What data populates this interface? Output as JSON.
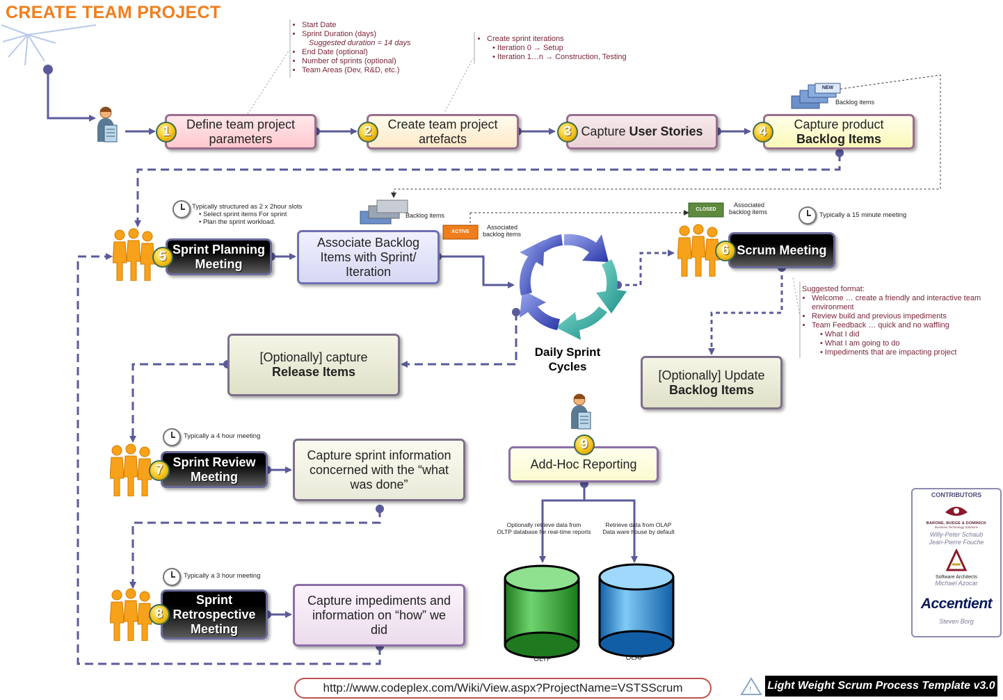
{
  "title": "CREATE TEAM PROJECT",
  "steps": {
    "s1": {
      "num": "1",
      "line1": "Define team project",
      "line2": "parameters"
    },
    "s2": {
      "num": "2",
      "line1": "Create team project",
      "line2": "artefacts"
    },
    "s3": {
      "num": "3",
      "pre": "Capture ",
      "bold": "User Stories"
    },
    "s4": {
      "num": "4",
      "line1": "Capture product",
      "bold": "Backlog Items"
    },
    "s5": {
      "num": "5",
      "line1": "Sprint Planning",
      "line2": "Meeting"
    },
    "assoc": {
      "line1": "Associate Backlog",
      "line2": "Items with Sprint/",
      "line3": "Iteration"
    },
    "s6": {
      "num": "6",
      "label": "Scrum Meeting"
    },
    "release": {
      "line1": "[Optionally] capture",
      "bold": "Release Items"
    },
    "update": {
      "line1": "[Optionally] Update",
      "bold": "Backlog Items"
    },
    "s7": {
      "num": "7",
      "line1": "Sprint Review",
      "line2": "Meeting"
    },
    "review_info": {
      "line1": "Capture sprint information",
      "line2": "concerned with the “what",
      "line3": "was done”"
    },
    "s8": {
      "num": "8",
      "line1": "Sprint",
      "line2": "Retrospective",
      "line3": "Meeting"
    },
    "retro_info": {
      "line1": "Capture impediments and",
      "line2": "information on “how” we",
      "line3": "did"
    },
    "s9": {
      "num": "9",
      "label": "Add-Hoc Reporting"
    }
  },
  "notes": {
    "params": [
      "Start Date",
      "Sprint Duration (days)",
      "Suggested duration = 14 days",
      "End Date (optional)",
      "Number of sprints (optional)",
      "Team Areas (Dev, R&D, etc.)"
    ],
    "iterations": [
      "Create sprint iterations",
      "Iteration 0 → Setup",
      "Iteration 1…n → Construction, Testing"
    ],
    "planning": [
      "Typically structured as 2 x 2hour slots",
      "Select sprint items For sprint",
      "Plan the sprint workload."
    ],
    "scrum_time": "Typically a 15 minute meeting",
    "format": [
      "Suggested format:",
      "Welcome … create a friendly and interactive team environment",
      "Review build and previous impediments",
      "Team Feedback … quick and no waffling",
      "What I did",
      "What I am going to do",
      "Impediments that are impacting project"
    ],
    "review_time": "Typically a 4 hour meeting",
    "retro_time": "Typically a 3 hour meeting",
    "oltp_note": [
      "Optionally retrieve data from",
      "OLTP database for real-time reports"
    ],
    "olap_note": [
      "Retrieve data from OLAP",
      "Data ware house by default"
    ]
  },
  "tags": {
    "new": "NEW",
    "backlog_items_top": "Backlog items",
    "backlog_items_mid": "Backlog items",
    "active": "ACTIVE",
    "assoc_active": [
      "Associated",
      "backlog items"
    ],
    "closed": "CLOSED",
    "assoc_closed": [
      "Associated",
      "backlog items"
    ]
  },
  "cycle_label": [
    "Daily Sprint",
    "Cycles"
  ],
  "db": {
    "oltp": "OLTP",
    "olap": "OLAP"
  },
  "contributors": {
    "heading": "CONTRIBUTORS",
    "firm1": "BARONE, BUDGE & DOMINICK",
    "firm1_sub": "Business Technology Solutions",
    "names1": [
      "Willy-Peter Schaub",
      "Jean-Pierre Fouche"
    ],
    "firm2": "Software Architects",
    "names2": [
      "Michael Azocar"
    ],
    "firm3": "Accentient",
    "names3": [
      "Steven Borg"
    ]
  },
  "url": "http://www.codeplex.com/Wiki/View.aspx?ProjectName=VSTSScrum",
  "footer": "Light Weight Scrum Process Template v3.0",
  "colors": {
    "title": "#f07e1c",
    "connector": "#5a5a9a",
    "accent_badge": "#f3c21a",
    "oltp": "#2e9e2e",
    "olap": "#1e88d8"
  }
}
